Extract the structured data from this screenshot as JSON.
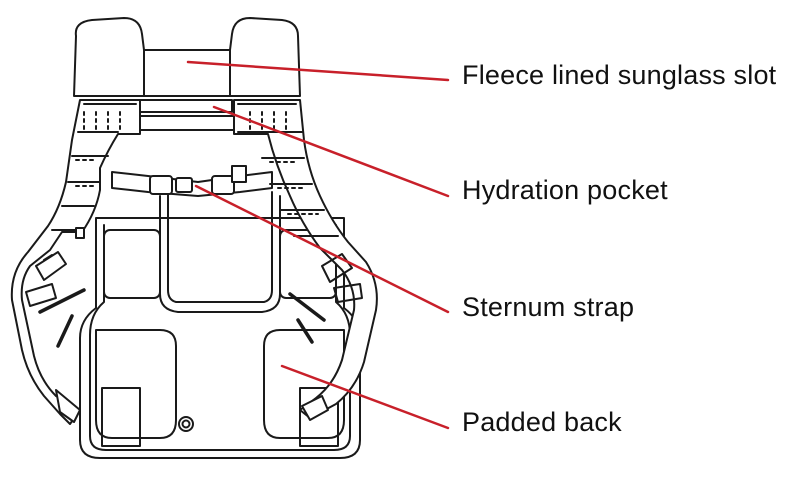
{
  "labels": {
    "fleece": "Fleece lined sunglass slot",
    "hydration": "Hydration pocket",
    "sternum": "Sternum strap",
    "padded": "Padded back"
  },
  "colors": {
    "leader_line": "#c8202a",
    "outline": "#1a1a1a",
    "background": "#ffffff"
  }
}
